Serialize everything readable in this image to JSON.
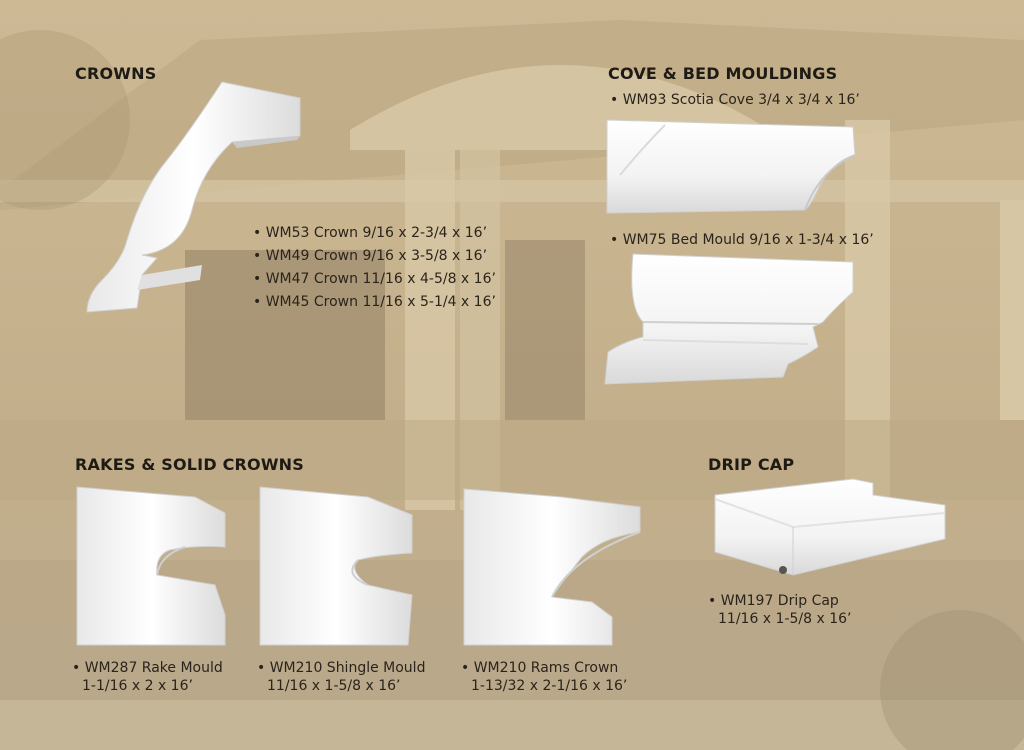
{
  "sections": {
    "crowns": {
      "title": "CROWNS",
      "items": [
        "• WM53 Crown 9/16 x 2-3/4 x 16’",
        "• WM49 Crown 9/16 x 3-5/8 x 16’",
        "• WM47 Crown 11/16 x 4-5/8 x 16’",
        "• WM45 Crown 11/16 x 5-1/4 x 16’"
      ]
    },
    "cove_bed": {
      "title": "COVE & BED MOULDINGS",
      "items": [
        "• WM93 Scotia Cove 3/4 x 3/4 x 16’",
        "• WM75 Bed Mould 9/16 x 1-3/4 x 16’"
      ]
    },
    "rakes": {
      "title": "RAKES & SOLID CROWNS",
      "items": [
        {
          "name": "• WM287 Rake Mould",
          "size": "1-1/16 x 2 x 16’"
        },
        {
          "name": "• WM210 Shingle Mould",
          "size": "11/16 x 1-5/8 x 16’"
        },
        {
          "name": "• WM210 Rams Crown",
          "size": "1-13/32 x 2-1/16 x 16’"
        }
      ]
    },
    "drip_cap": {
      "title": "DRIP CAP",
      "items": [
        {
          "name": "• WM197 Drip Cap",
          "size": "11/16 x 1-5/8 x 16’"
        }
      ]
    }
  },
  "colors": {
    "background": "#c8b48f",
    "text": "#2a241c",
    "moulding": "#ffffff"
  }
}
